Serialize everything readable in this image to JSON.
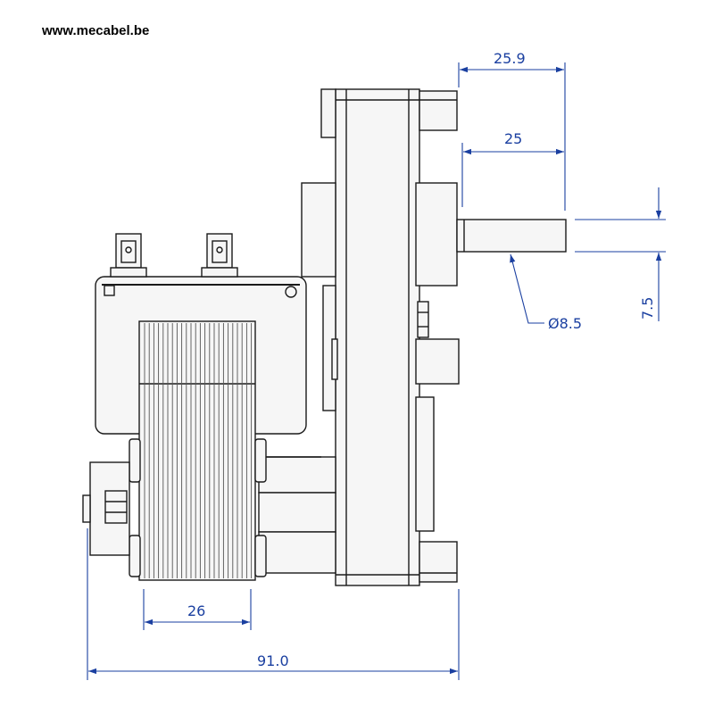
{
  "header": {
    "url": "www.mecabel.be"
  },
  "dimensions": {
    "overall_length": "91.0",
    "shaft_total": "25.9",
    "shaft_length": "25",
    "shaft_diameter": "Ø8.5",
    "flat_depth": "7.5",
    "coil_width": "26"
  },
  "colors": {
    "line": "#1a1a1a",
    "dimension": "#1a3fa0",
    "fill": "#f4f4f4"
  }
}
